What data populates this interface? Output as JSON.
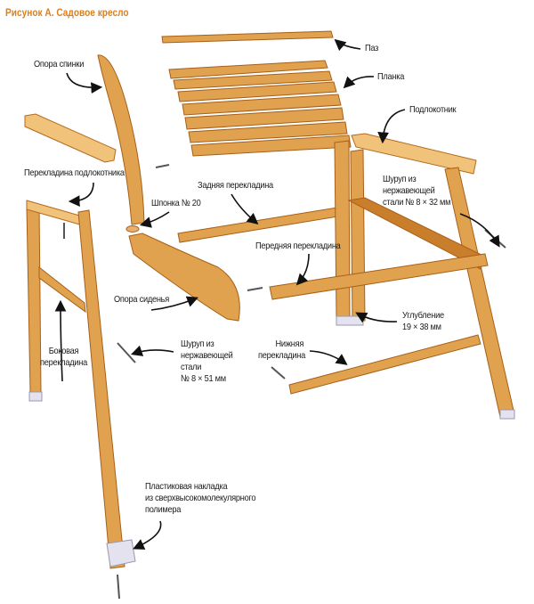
{
  "title": "Рисунок А. Садовое кресло",
  "labels": {
    "groove": "Паз",
    "slat": "Планка",
    "back_support": "Опора спинки",
    "armrest": "Подлокотник",
    "armrest_crossbar": "Перекладина подлокотника",
    "dowel": "Шпонка № 20",
    "rear_crossbar": "Задняя перекладина",
    "screw_32": [
      "Шуруп из",
      "нержавеющей",
      "стали № 8 × 32 мм"
    ],
    "front_crossbar": "Передняя перекладина",
    "seat_support": "Опора сиденья",
    "recess": [
      "Углубление",
      "19 × 38 мм"
    ],
    "lower_crossbar": [
      "Нижняя",
      "перекладина"
    ],
    "screw_51": [
      "Шуруп из",
      "нержавеющей",
      "стали",
      "№ 8 × 51 мм"
    ],
    "side_crossbar": [
      "Боковая",
      "перекладина"
    ],
    "plastic_pad": [
      "Пластиковая накладка",
      "из сверхвысокомолекулярного",
      "полимера"
    ]
  },
  "colors": {
    "title": "#d9801f",
    "wood": "#e0a24e"
  }
}
